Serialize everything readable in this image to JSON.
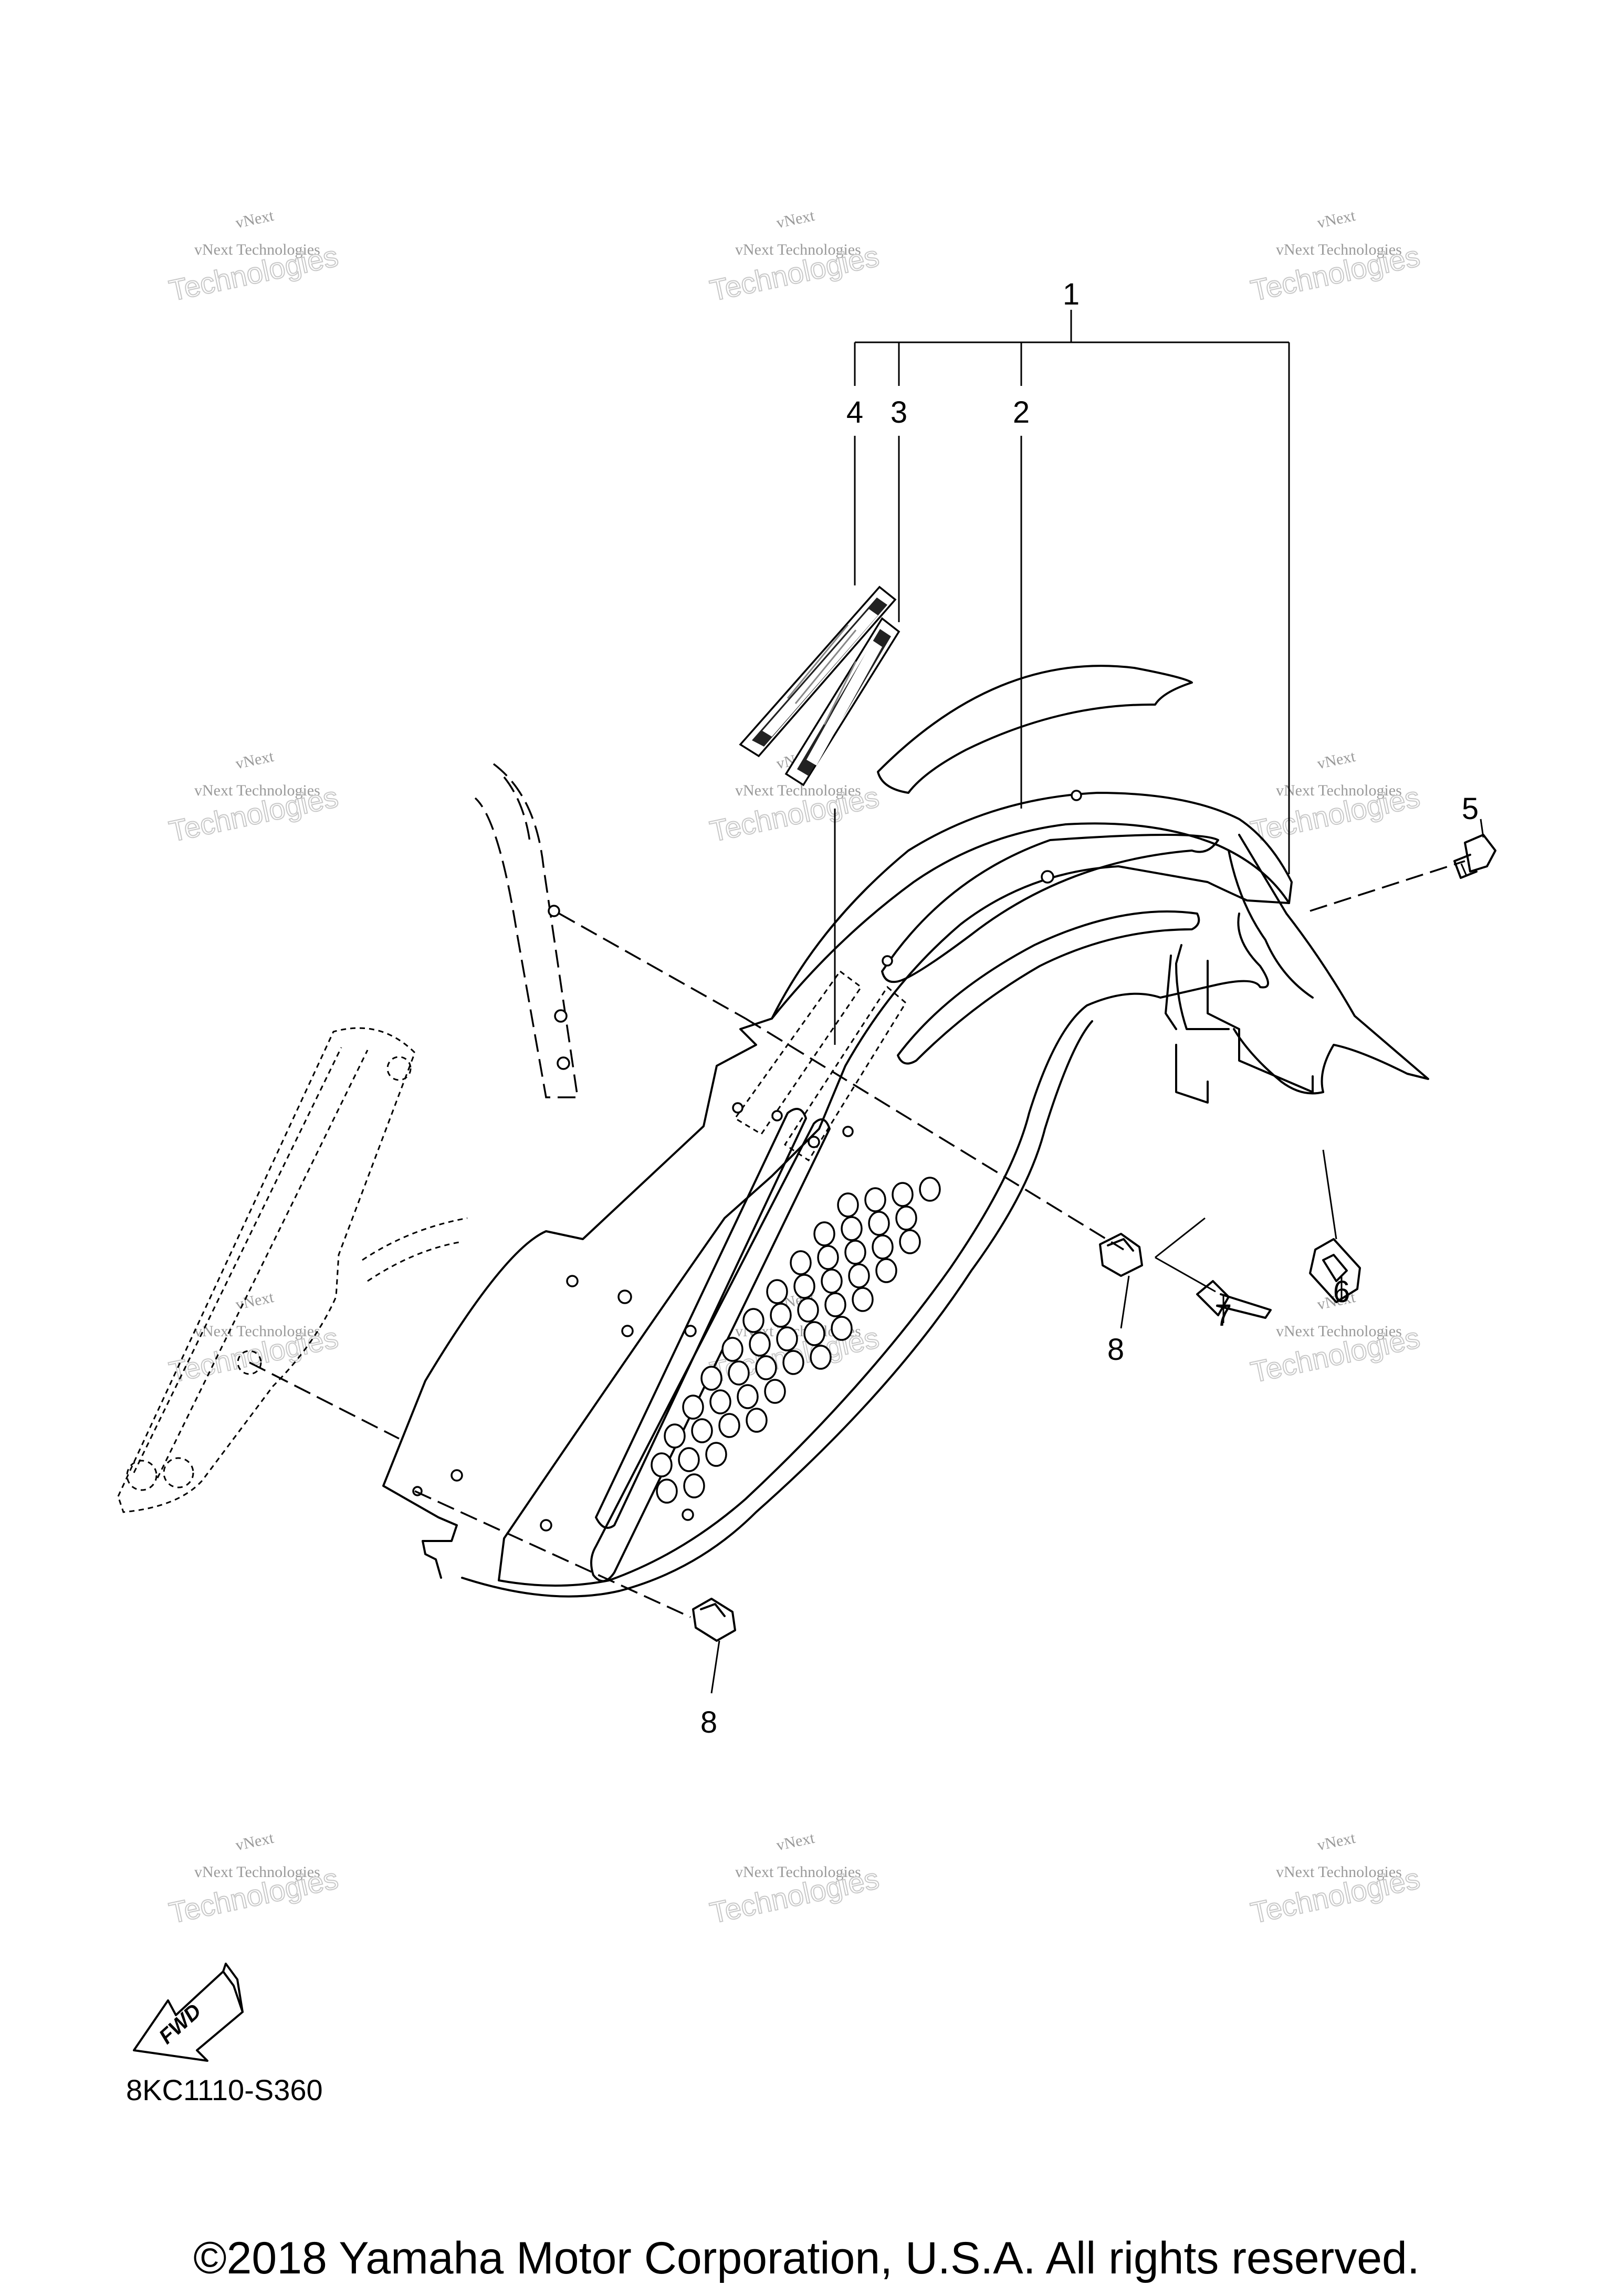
{
  "callouts": {
    "c1": "1",
    "c2": "2",
    "c3": "3",
    "c4": "4",
    "c5": "5",
    "c6": "6",
    "c7": "7",
    "c8a": "8",
    "c8b": "8"
  },
  "direction_badge": "FWD",
  "diagram_code": "8KC1110-S360",
  "copyright": "©2018 Yamaha Motor Corporation, U.S.A. All rights reserved.",
  "watermark": {
    "line1": "vNext",
    "line2": "vNext Technologies",
    "line3": "Technologies"
  }
}
